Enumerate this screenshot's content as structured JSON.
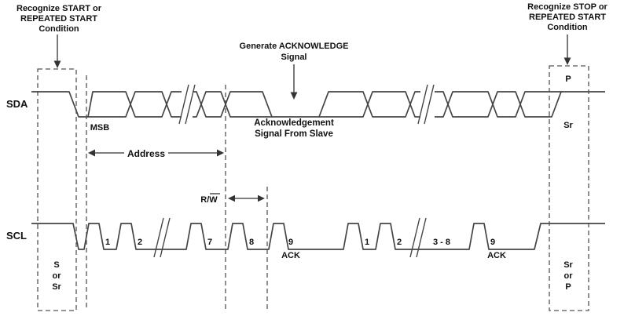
{
  "figure": {
    "bg": "#ffffff",
    "line_color": "#454545",
    "text_color": "#111111"
  },
  "callouts": {
    "start": {
      "line1": "Recognize START or",
      "line2": "REPEATED START",
      "line3": "Condition"
    },
    "generate_ack": {
      "line1": "Generate ACKNOWLEDGE",
      "line2": "Signal"
    },
    "stop": {
      "line1": "Recognize STOP or",
      "line2": "REPEATED START",
      "line3": "Condition"
    },
    "ack_from_slave": {
      "line1": "Acknowledgement",
      "line2": "Signal From Slave"
    }
  },
  "signal_labels": {
    "sda": "SDA",
    "scl": "SCL"
  },
  "waveform_labels": {
    "msb": "MSB",
    "address": "Address",
    "rw": "R/W",
    "stop_p": "P",
    "stop_sr": "Sr",
    "start_box": {
      "line1": "S",
      "line2": "or",
      "line3": "Sr"
    },
    "stop_box": {
      "line1": "Sr",
      "line2": "or",
      "line3": "P"
    }
  },
  "scl_clock": {
    "pulse1": "1",
    "pulse2": "2",
    "pulse7": "7",
    "pulse8": "8",
    "pulse9": "9",
    "ack1": "ACK",
    "pulse1b": "1",
    "pulse2b": "2",
    "pulse3to8": "3 - 8",
    "pulse9b": "9",
    "ack2": "ACK"
  }
}
